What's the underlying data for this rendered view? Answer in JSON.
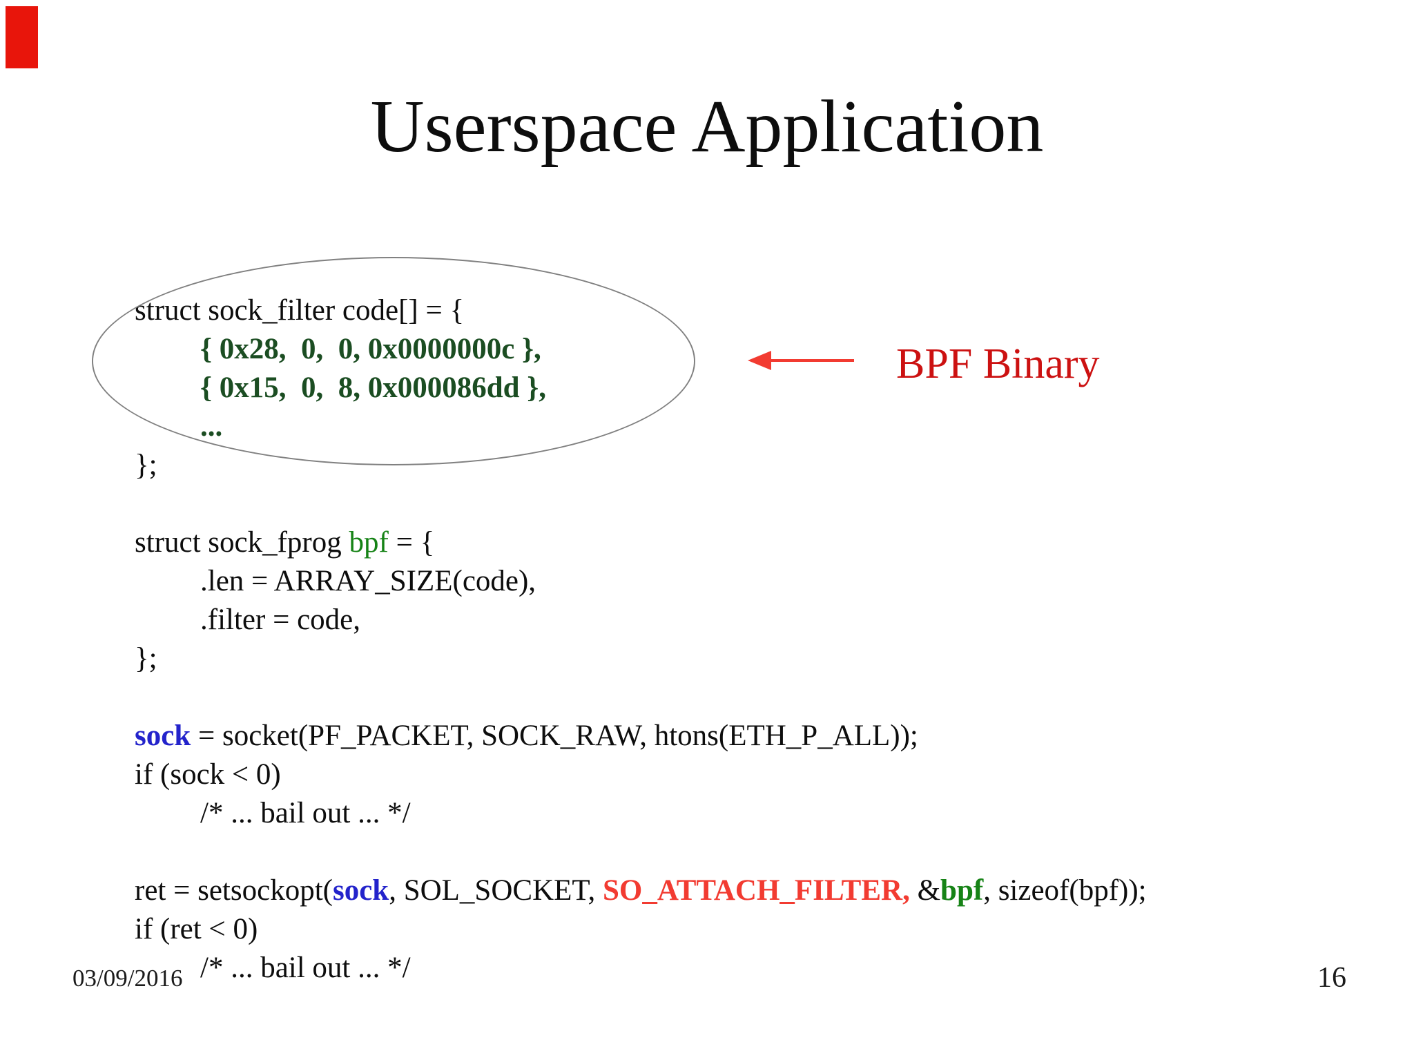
{
  "slide": {
    "title": "Userspace Application",
    "footer": {
      "date": "03/09/2016",
      "page_number": "16"
    }
  },
  "annotation": {
    "label": "BPF Binary",
    "arrow_direction": "left",
    "colors": {
      "label": "#cc1111",
      "arrow": "#f23b31",
      "ellipse_stroke": "#808080",
      "corner_marker": "#e8150b"
    }
  },
  "code": {
    "colors": {
      "default": "#0d0d0d",
      "green_dark": "#1b4d22",
      "green": "#168316",
      "blue": "#2323cb",
      "red": "#f23b31"
    },
    "lines": [
      {
        "indent": 0,
        "segments": [
          {
            "text": "struct sock_filter code[] = {"
          }
        ]
      },
      {
        "indent": 1,
        "segments": [
          {
            "text": "{ 0x28,  0,  0, 0x0000000c },",
            "color": "green_dark",
            "bold": true
          }
        ]
      },
      {
        "indent": 1,
        "segments": [
          {
            "text": "{ 0x15,  0,  8, 0x000086dd },",
            "color": "green_dark",
            "bold": true
          }
        ]
      },
      {
        "indent": 1,
        "segments": [
          {
            "text": "...",
            "color": "green_dark",
            "bold": true
          }
        ]
      },
      {
        "indent": 0,
        "segments": [
          {
            "text": "};"
          }
        ]
      },
      {
        "blank": true
      },
      {
        "indent": 0,
        "segments": [
          {
            "text": "struct sock_fprog "
          },
          {
            "text": "bpf",
            "color": "green"
          },
          {
            "text": " = {"
          }
        ]
      },
      {
        "indent": 1,
        "segments": [
          {
            "text": ".len = ARRAY_SIZE(code),"
          }
        ]
      },
      {
        "indent": 1,
        "segments": [
          {
            "text": ".filter = code,"
          }
        ]
      },
      {
        "indent": 0,
        "segments": [
          {
            "text": "};"
          }
        ]
      },
      {
        "blank": true
      },
      {
        "indent": 0,
        "segments": [
          {
            "text": "sock",
            "color": "blue",
            "bold": true
          },
          {
            "text": " = socket(PF_PACKET, SOCK_RAW, htons(ETH_P_ALL));"
          }
        ]
      },
      {
        "indent": 0,
        "segments": [
          {
            "text": "if (sock < 0)"
          }
        ]
      },
      {
        "indent": 1,
        "segments": [
          {
            "text": "/* ... bail out ... */"
          }
        ]
      },
      {
        "blank": true
      },
      {
        "indent": 0,
        "segments": [
          {
            "text": "ret = setsockopt("
          },
          {
            "text": "sock",
            "color": "blue",
            "bold": true
          },
          {
            "text": ", SOL_SOCKET, "
          },
          {
            "text": "SO_ATTACH_FILTER,",
            "color": "red",
            "bold": true
          },
          {
            "text": " &"
          },
          {
            "text": "bpf",
            "color": "green",
            "bold": true
          },
          {
            "text": ", sizeof(bpf));"
          }
        ]
      },
      {
        "indent": 0,
        "segments": [
          {
            "text": "if (ret < 0)"
          }
        ]
      },
      {
        "indent": 1,
        "segments": [
          {
            "text": "/* ... bail out ... */"
          }
        ]
      }
    ]
  }
}
